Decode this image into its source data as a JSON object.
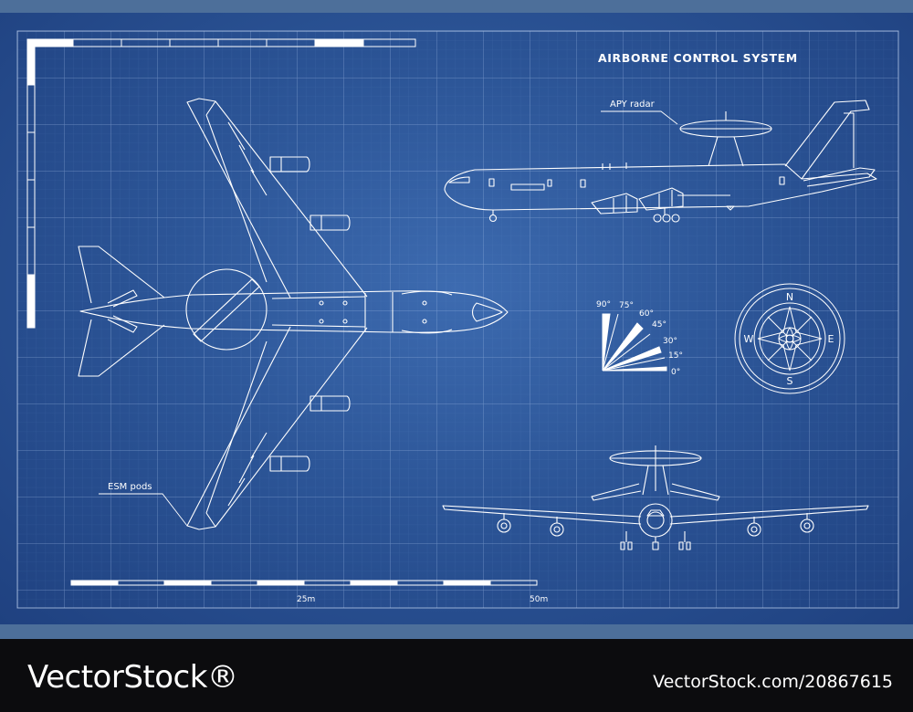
{
  "title": "AIRBORNE CONTROL SYSTEM",
  "labels": {
    "apy_radar": "APY radar",
    "esm_pods": "ESM pods"
  },
  "scale": {
    "mid": "25m",
    "end": "50m"
  },
  "angles": [
    "90°",
    "75°",
    "60°",
    "45°",
    "30°",
    "15°",
    "0°"
  ],
  "compass": [
    "N",
    "E",
    "S",
    "W"
  ],
  "watermark": {
    "left": "VectorStock®",
    "right": "VectorStock.com/20867615"
  },
  "colors": {
    "blueprint_center": "#3d6bb0",
    "blueprint_edge": "#1f4180",
    "band": "#4d6f9a",
    "line": "#ffffff"
  }
}
